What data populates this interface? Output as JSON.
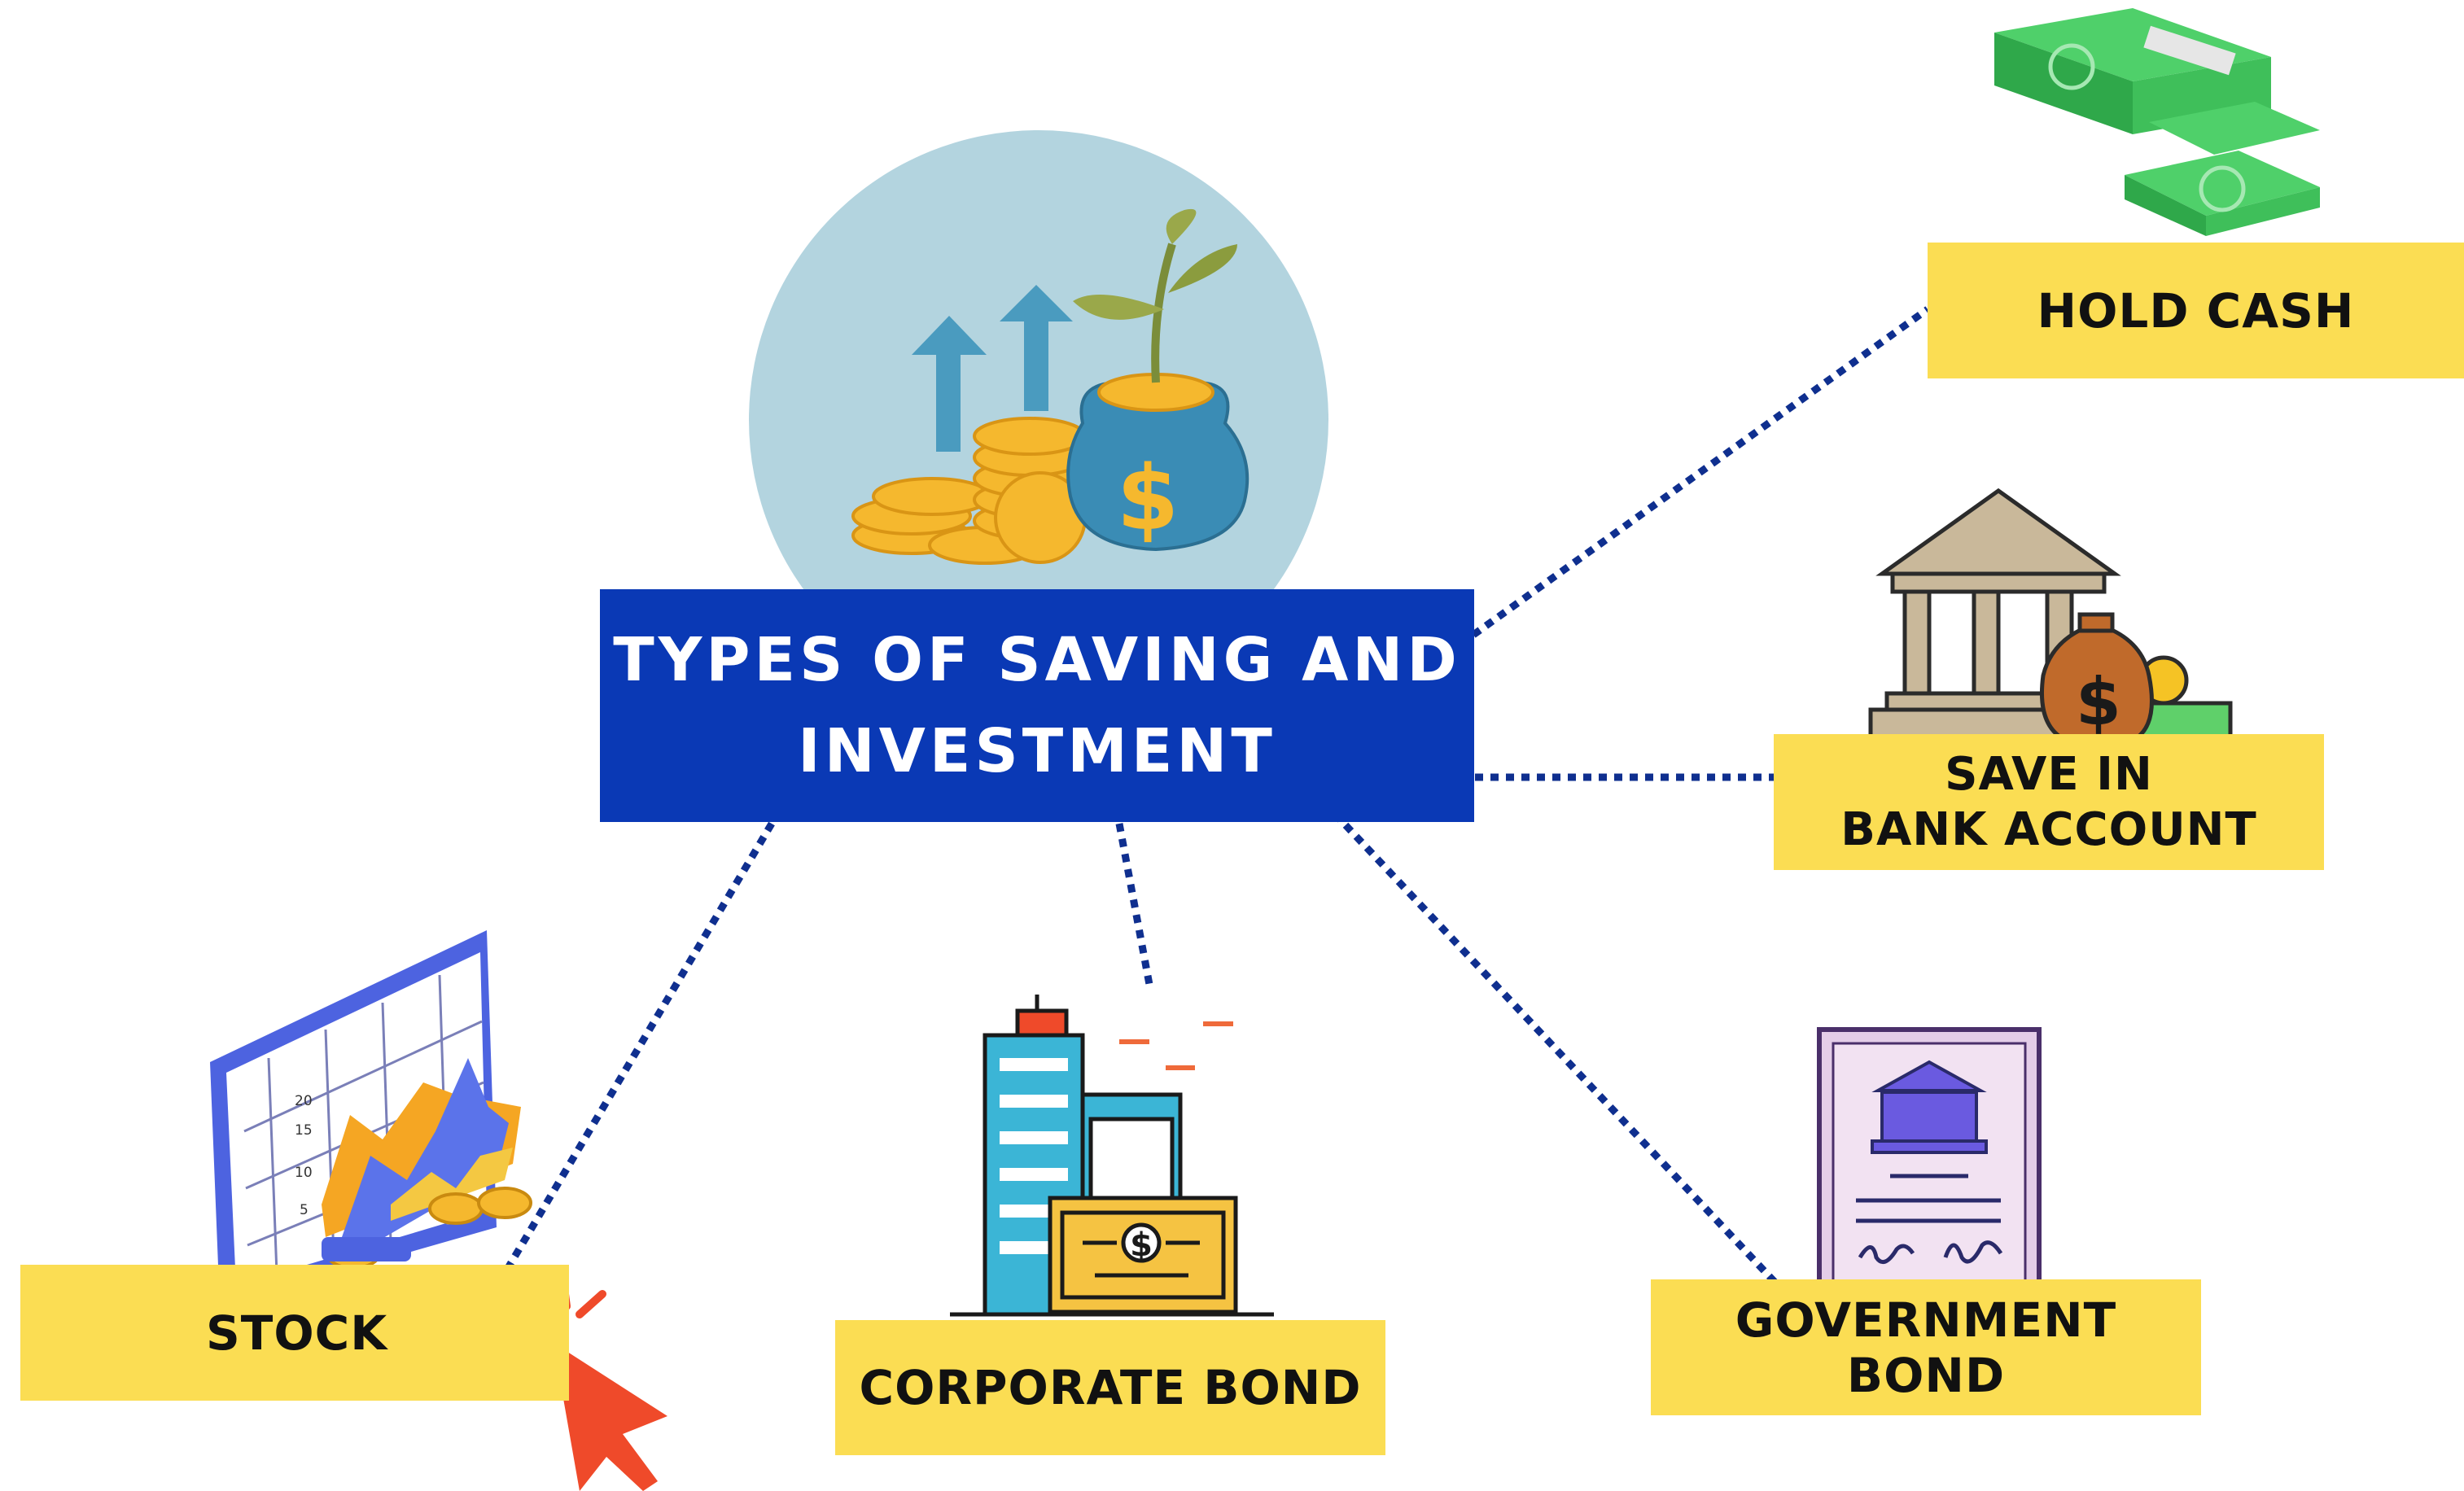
{
  "title": {
    "line1": "TYPES OF SAVING AND",
    "line2": "INVESTMENT"
  },
  "items": {
    "hold_cash": "HOLD CASH",
    "bank_line1": "SAVE IN",
    "bank_line2": "BANK ACCOUNT",
    "stock": "STOCK",
    "corporate_bond": "CORPORATE BOND",
    "government_bond": "GOVERNMENT BOND"
  },
  "chart_ticks": [
    "20",
    "15",
    "10",
    "5"
  ],
  "colors": {
    "title_bg": "#0a39b5",
    "label_bg": "#fbdd53",
    "connector": "#0f2f8f",
    "circle": "#b3d4df",
    "cash_green": "#3fbf5a",
    "cursor_red": "#ef4a2a"
  },
  "icons": [
    "money-stack-icon",
    "bank-building-icon",
    "stock-chart-monitor-icon",
    "cursor-click-icon",
    "office-building-bond-icon",
    "government-bond-certificate-icon",
    "money-bag-plant-icon"
  ]
}
